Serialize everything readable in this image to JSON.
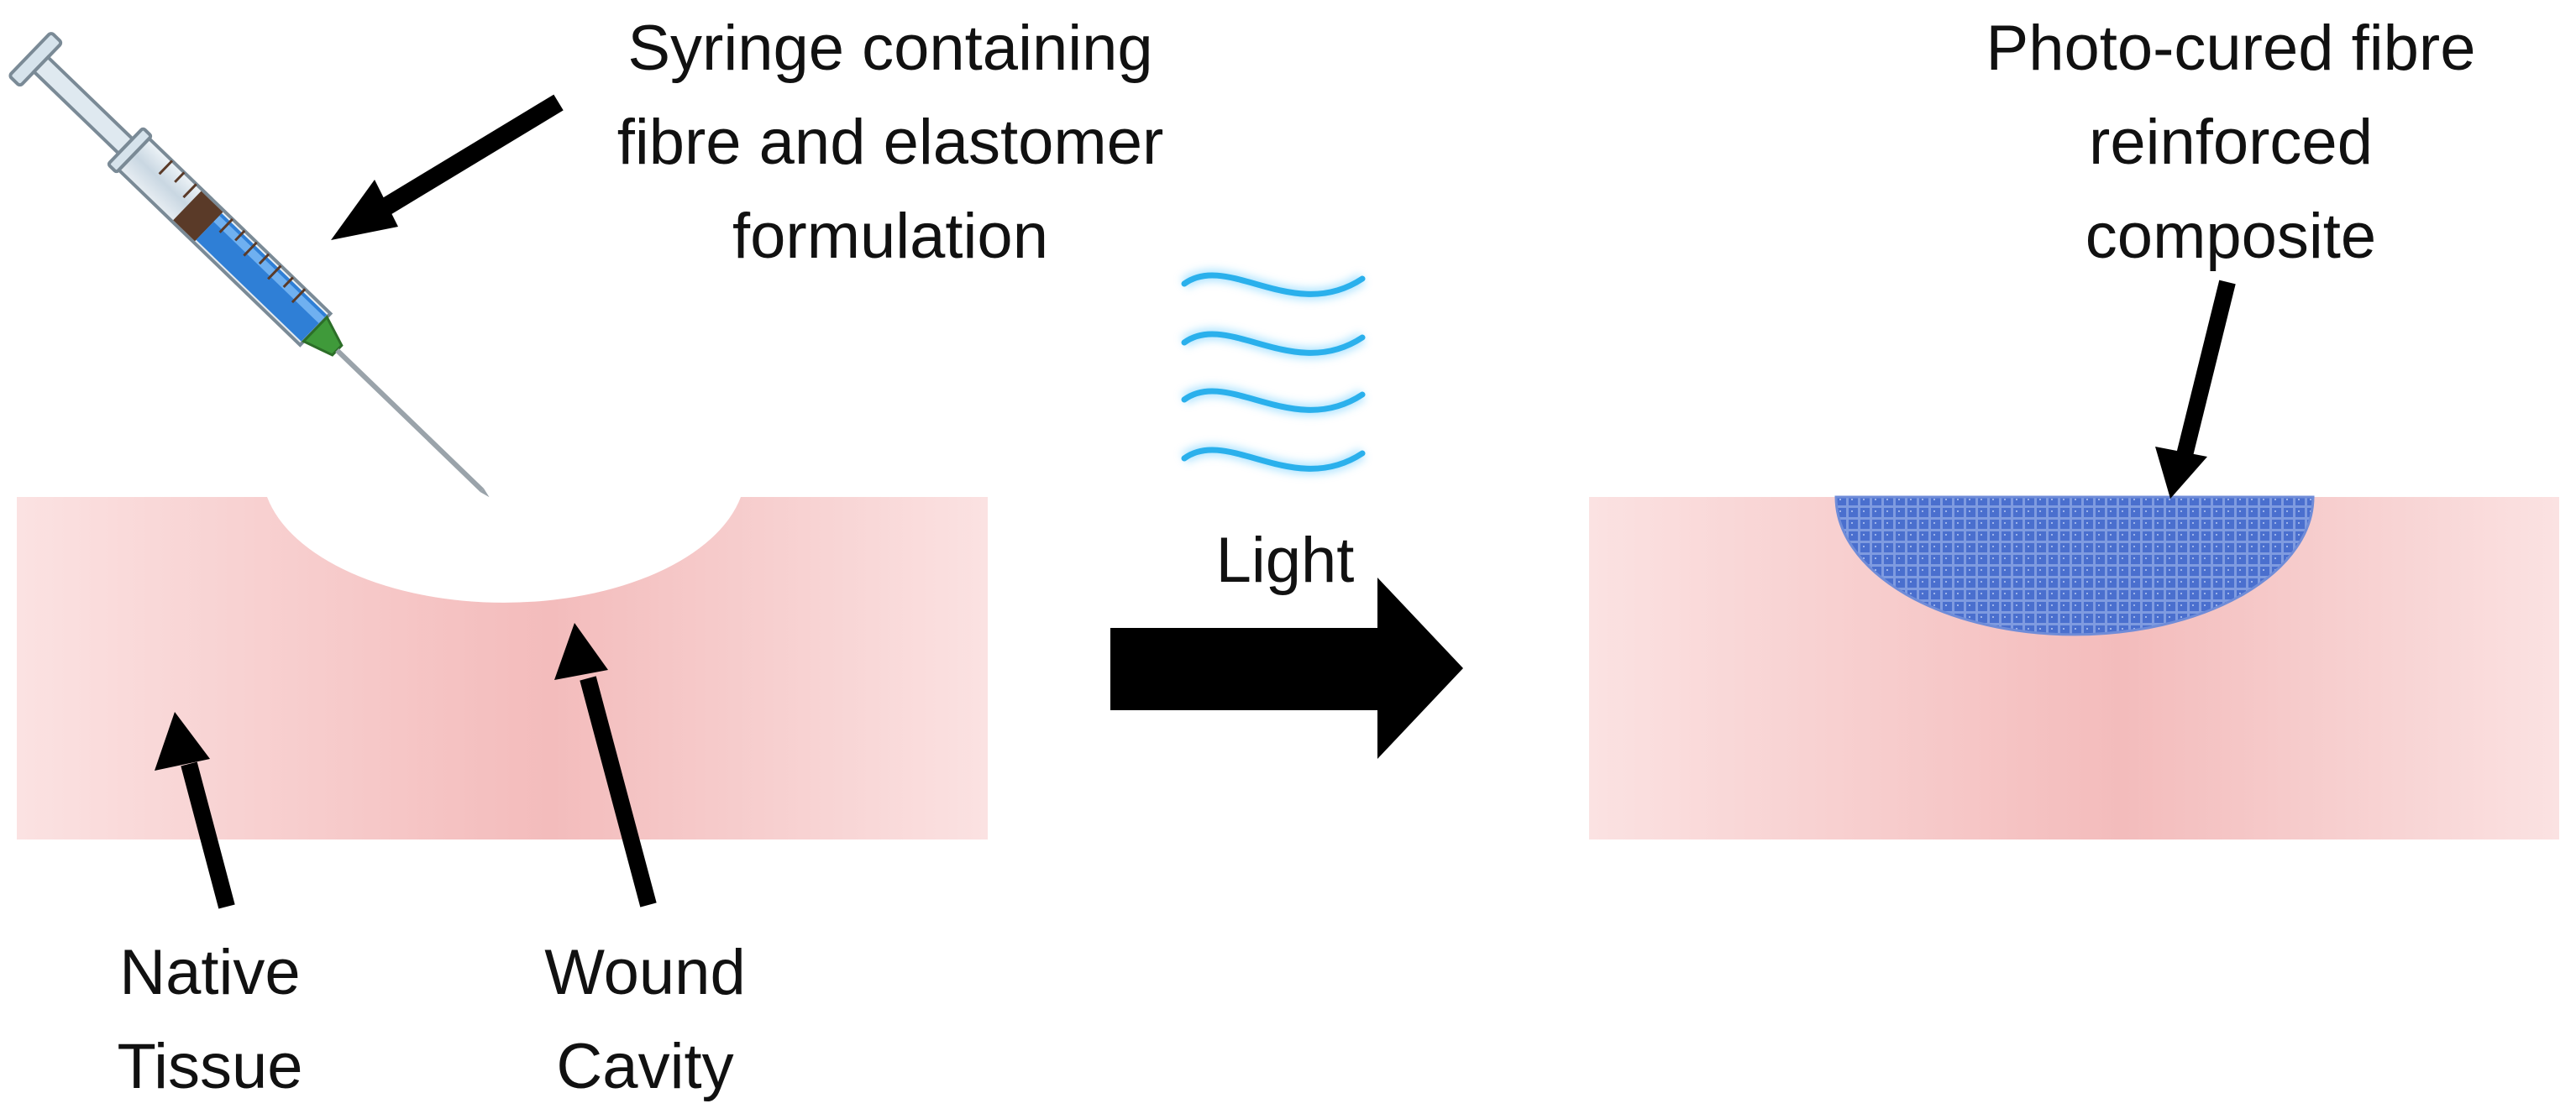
{
  "labels": {
    "syringe": [
      "Syringe containing",
      "fibre and elastomer",
      "formulation"
    ],
    "native_tissue": [
      "Native",
      "Tissue"
    ],
    "wound_cavity": [
      "Wound",
      "Cavity"
    ],
    "light": "Light",
    "composite": [
      "Photo-cured fibre",
      "reinforced",
      "composite"
    ]
  },
  "colors": {
    "tissue": "#f9d3d3",
    "tissue_dark": "#f2bcbc",
    "composite_fill": "#4a6fce",
    "light_waves": "#2ab0ec",
    "arrows": "#000000",
    "syringe_liquid": "#2f7fd6",
    "syringe_plunger": "#5a3a28",
    "syringe_hub": "#3f9a3a"
  },
  "icons": [
    "syringe-icon",
    "light-waves-icon",
    "process-arrow-icon"
  ]
}
